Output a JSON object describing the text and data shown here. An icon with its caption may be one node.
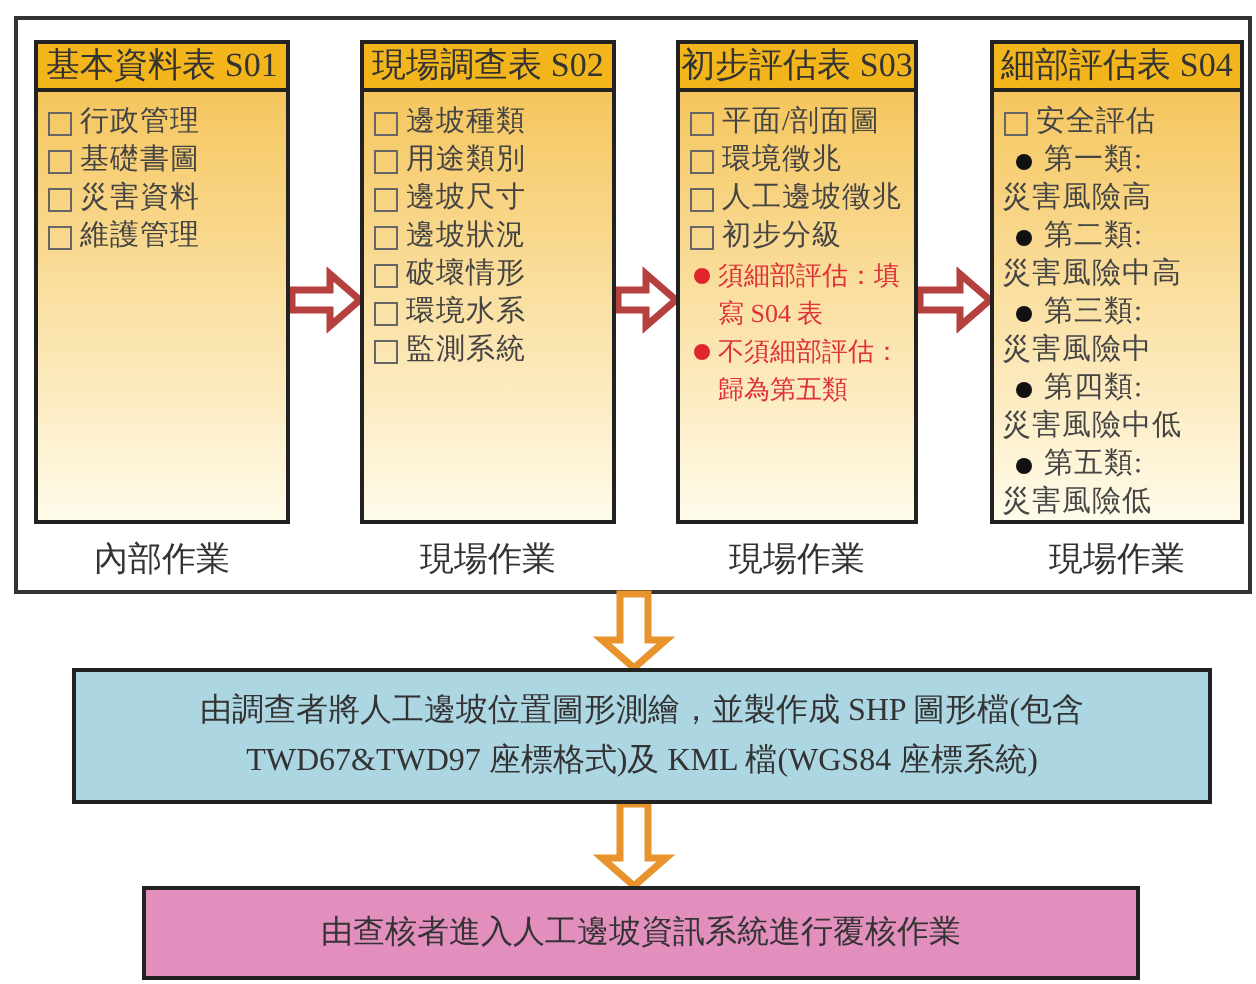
{
  "diagram": {
    "nodes": [
      {
        "text": [],
        "shape": "box"
      },
      {
        "text": [
          "基本資料表 S01",
          "行政管理",
          "基礎書圖",
          "災害資料",
          "維護管理"
        ],
        "in": 0,
        "beside": [
          "內部作業"
        ]
      },
      {
        "text": [
          "現場調查表 S02",
          "邊坡種類",
          "用途類別",
          "邊坡尺寸",
          "邊坡狀況",
          "破壞情形",
          "環境水系",
          "監測系統"
        ],
        "in": 0,
        "beside": [
          "現場作業"
        ]
      },
      {
        "text": [
          "初步評估表 S03",
          "平面/剖面圖",
          "環境徵兆",
          "人工邊坡徵兆",
          "初步分級",
          "須細部評估：填寫 S04 表",
          "不須細部評估：歸為第五類"
        ],
        "in": 0,
        "beside": [
          "現場作業"
        ]
      },
      {
        "text": [
          "細部評估表 S04",
          "安全評估",
          "第一類:",
          "災害風險高",
          "第二類:",
          "災害風險中高",
          "第三類:",
          "災害風險中",
          "第四類:",
          "災害風險中低",
          "第五類:",
          "災害風險低"
        ],
        "in": 0,
        "beside": [
          "現場作業"
        ]
      },
      {
        "text": [
          "由調查者將人工邊坡位置圖形測繪，並製作成 SHP 圖形檔(包含 TWD67&TWD97 座標格式)及 KML 檔(WGS84 座標系統)"
        ]
      },
      {
        "text": [
          "由查核者進入人工邊坡資訊系統進行覆核作業"
        ]
      }
    ],
    "edges": [
      {
        "from": 1,
        "to": 2,
        "arrow": "to"
      },
      {
        "from": 2,
        "to": 3,
        "arrow": "to"
      },
      {
        "from": 3,
        "to": 4,
        "arrow": "to"
      },
      {
        "from": 0,
        "to": 5,
        "arrow": "to",
        "color": "#e8932c"
      },
      {
        "from": 5,
        "to": 6,
        "arrow": "to",
        "color": "#e8932c"
      }
    ]
  }
}
